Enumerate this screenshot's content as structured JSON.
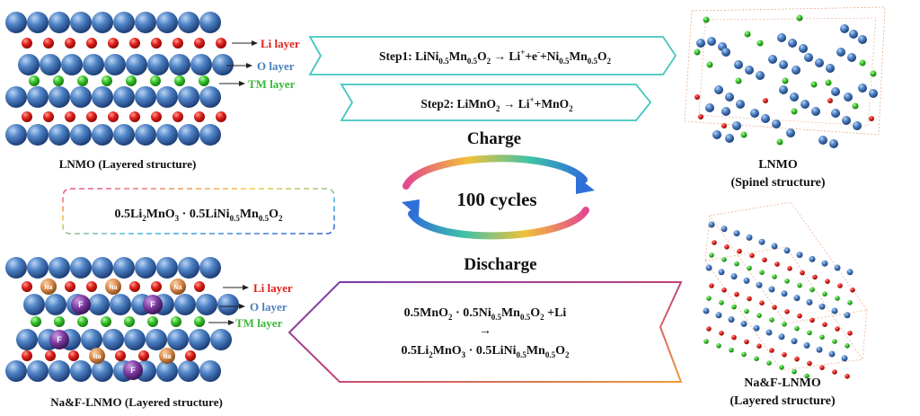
{
  "top_left": {
    "caption": "LNMO (Layered structure)",
    "labels": {
      "li": "Li layer",
      "o": "O layer",
      "tm": "TM layer"
    }
  },
  "bottom_left": {
    "caption": "Na&F-LNMO (Layered structure)",
    "labels": {
      "li": "Li layer",
      "o": "O layer",
      "tm": "TM layer"
    },
    "atom_na": "Na",
    "atom_f": "F"
  },
  "formula_box": {
    "part1": "0.5Li",
    "sub1": "2",
    "part2": "MnO",
    "sub2": "3",
    "dot": " · ",
    "part3": "0.5LiNi",
    "sub3": "0.5",
    "part4": "Mn",
    "sub4": "0.5",
    "part5": "O",
    "sub5": "2"
  },
  "step1": {
    "prefix": "Step1: LiNi",
    "s1": "0.5",
    "m1": "Mn",
    "s2": "0.5",
    "m2": "O",
    "s3": "2",
    "arrow": " → Li",
    "sup1": "+",
    "m3": "+e",
    "sup2": "-",
    "m4": "+Ni",
    "s4": "0.5",
    "m5": "Mn",
    "s5": "0.5",
    "m6": "O",
    "s6": "2"
  },
  "step2": {
    "prefix": "Step2: LiMnO",
    "s1": "2",
    "arrow": " → Li",
    "sup1": "+",
    "m1": "+MnO",
    "s2": "2"
  },
  "charge_label": "Charge",
  "discharge_label": "Discharge",
  "cycles_label": "100 cycles",
  "discharge_eq": {
    "l1_a": "0.5MnO",
    "l1_s1": "2",
    "l1_b": " · 0.5Ni",
    "l1_s2": "0.5",
    "l1_c": "Mn",
    "l1_s3": "0.5",
    "l1_d": "O",
    "l1_s4": "2",
    "l1_e": " +Li",
    "arrow": "→",
    "l3_a": "0.5Li",
    "l3_s1": "2",
    "l3_b": "MnO",
    "l3_s2": "3",
    "l3_c": " · 0.5LiNi",
    "l3_s3": "0.5",
    "l3_d": "Mn",
    "l3_s4": "0.5",
    "l3_e": "O",
    "l3_s5": "2"
  },
  "top_right": {
    "caption1": "LNMO",
    "caption2": "(Spinel structure)"
  },
  "bottom_right": {
    "caption1": "Na&F-LNMO",
    "caption2": "(Layered structure)"
  },
  "colors": {
    "o_atom": "#3b6fb8",
    "li_atom": "#e0201c",
    "tm_atom": "#35c22a",
    "na_atom": "#d9894a",
    "f_atom": "#7b3aa0",
    "label_li": "#e0201c",
    "label_o": "#4a7fc0",
    "label_tm": "#3bb83b",
    "step_border": "#41c6c0",
    "discharge_border_a": "#6a3db0",
    "discharge_border_b": "#f29a3a"
  },
  "icons": [
    "cycle-arrows-icon",
    "step-arrow-icon",
    "discharge-arrow-icon",
    "spinel-crystal-icon",
    "layered-crystal-icon"
  ]
}
